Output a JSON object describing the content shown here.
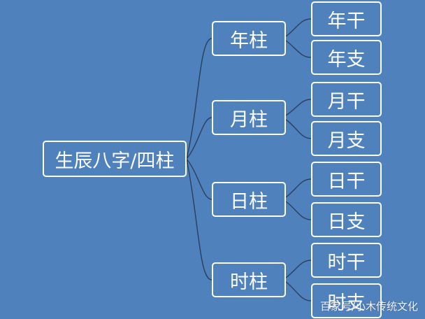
{
  "diagram": {
    "root": {
      "label": "生辰八字/四柱"
    },
    "pillars": [
      {
        "label": "年柱",
        "stem": "年干",
        "branch": "年支"
      },
      {
        "label": "月柱",
        "stem": "月干",
        "branch": "月支"
      },
      {
        "label": "日柱",
        "stem": "日干",
        "branch": "日支"
      },
      {
        "label": "时柱",
        "stem": "时干",
        "branch": "时支"
      }
    ]
  },
  "watermark": "百家号/小木传统文化",
  "colors": {
    "background": "#4f81bd",
    "node_border": "#ffffff",
    "connector": "#2b3f5c"
  }
}
